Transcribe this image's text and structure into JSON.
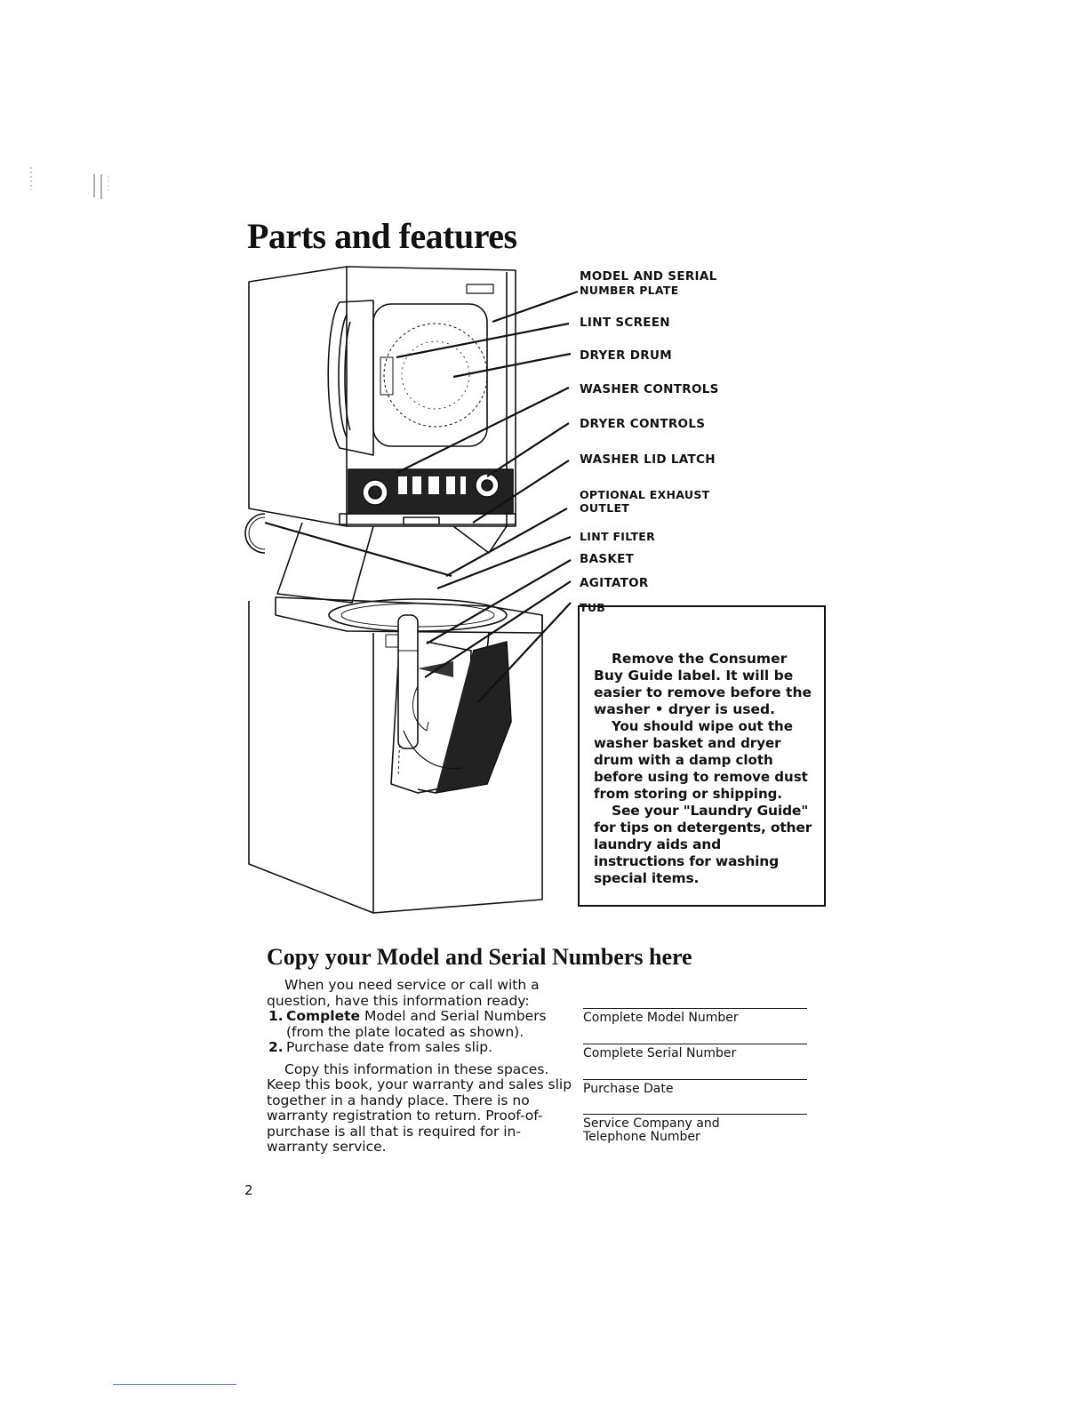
{
  "page": {
    "title": "Parts and features",
    "page_number": "2"
  },
  "callouts": [
    "MODEL AND SERIAL",
    "NUMBER PLATE",
    "LINT SCREEN",
    "DRYER DRUM",
    "WASHER CONTROLS",
    "DRYER CONTROLS",
    "WASHER LID LATCH",
    "OPTIONAL EXHAUST",
    "OUTLET",
    "LINT FILTER",
    "BASKET",
    "AGITATOR",
    "TUB"
  ],
  "note": {
    "p1": "Remove the Consumer Buy Guide label. It will be easier to remove before the washer • dryer is used.",
    "p2": "You should wipe out the washer basket and dryer drum with a damp cloth before using to remove dust from storing or shipping.",
    "p3": "See your \"Laundry Guide\" for tips on detergents, other laundry aids and instructions for washing special items."
  },
  "copy_section": {
    "heading": "Copy your Model and Serial Numbers here",
    "intro": "When you need service or call with a question, have this information ready:",
    "items": [
      {
        "num": "1.",
        "lead": "Complete",
        "text": " Model and Serial Numbers (from the plate located as shown)."
      },
      {
        "num": "2.",
        "lead": "",
        "text": "Purchase date from sales slip."
      }
    ],
    "copy_text": "Copy this information in these spaces. Keep this book, your warranty and sales slip together in a handy place. There is no warranty registration to return. Proof-of-purchase is all that is required for in-warranty service.",
    "fields": [
      "Complete Model Number",
      "Complete Serial Number",
      "Purchase Date",
      "Service Company and Telephone Number"
    ]
  }
}
